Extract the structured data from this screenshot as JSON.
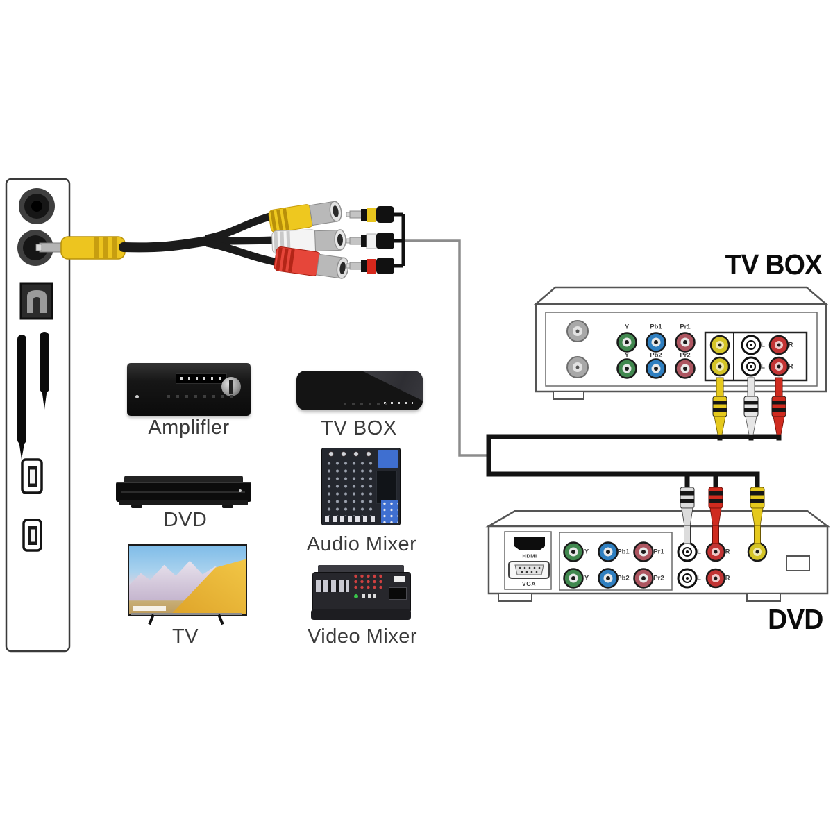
{
  "diagram": {
    "type": "AV RCA cable connection diagram",
    "big_labels": {
      "tv_box": "TV BOX",
      "dvd": "DVD"
    },
    "device_captions": {
      "amplifier": "Amplifler",
      "tv_box": "TV BOX",
      "dvd": "DVD",
      "audio_mixer": "Audio Mixer",
      "tv": "TV",
      "video_mixer": "Video Mixer"
    },
    "tv_box_rear": {
      "component_top": [
        "Y",
        "Pb1",
        "Pr1"
      ],
      "component_bottom": [
        "Y",
        "Pb2",
        "Pr2"
      ],
      "left": "L",
      "right": "R"
    },
    "dvd_rear": {
      "hdmi": "HDMI",
      "vga": "VGA",
      "component_top": [
        "Y",
        "Pb1",
        "Pr1"
      ],
      "component_bottom": [
        "Y",
        "Pb2",
        "Pr2"
      ],
      "left": "L",
      "right": "R"
    },
    "cable_colors": {
      "video_yellow": "#e5c91d",
      "audio_white": "#f0f0f0",
      "audio_red": "#cf2b1f",
      "component_green": "#41884f",
      "component_blue": "#2f7fc0",
      "component_red": "#ad5560"
    }
  }
}
